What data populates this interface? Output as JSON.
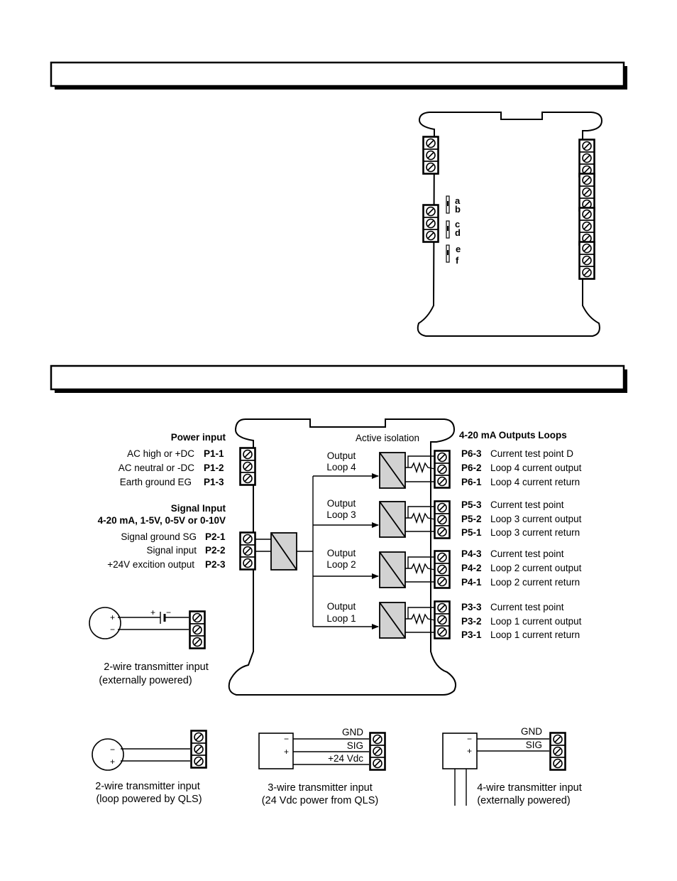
{
  "section1": {
    "header": ""
  },
  "section2": {
    "header": ""
  },
  "switches": [
    "a",
    "b",
    "c",
    "d",
    "e",
    "f"
  ],
  "power": {
    "title": "Power input",
    "rows": [
      {
        "label": "AC high or +DC",
        "pin": "P1-1"
      },
      {
        "label": "AC neutral or -DC",
        "pin": "P1-2"
      },
      {
        "label": "Earth ground EG",
        "pin": "P1-3"
      }
    ]
  },
  "signal": {
    "title": "Signal Input",
    "subtitle": "4-20 mA, 1-5V, 0-5V or 0-10V",
    "rows": [
      {
        "label": "Signal ground SG",
        "pin": "P2-1"
      },
      {
        "label": "Signal input",
        "pin": "P2-2"
      },
      {
        "label": "+24V excition output",
        "pin": "P2-3"
      }
    ]
  },
  "isolation_label": "Active isolation",
  "outputs_title": "4-20 mA Outputs Loops",
  "loops": [
    {
      "name1": "Output",
      "name2": "Loop 4",
      "rows": [
        {
          "pin": "P6-3",
          "label": "Current test point D"
        },
        {
          "pin": "P6-2",
          "label": "Loop 4 current output"
        },
        {
          "pin": "P6-1",
          "label": "Loop 4 current return"
        }
      ]
    },
    {
      "name1": "Output",
      "name2": "Loop 3",
      "rows": [
        {
          "pin": "P5-3",
          "label": "Current test point"
        },
        {
          "pin": "P5-2",
          "label": "Loop 3 current output"
        },
        {
          "pin": "P5-1",
          "label": "Loop 3 current return"
        }
      ]
    },
    {
      "name1": "Output",
      "name2": "Loop 2",
      "rows": [
        {
          "pin": "P4-3",
          "label": "Current test point"
        },
        {
          "pin": "P4-2",
          "label": "Loop 2 current output"
        },
        {
          "pin": "P4-1",
          "label": "Loop 2 current return"
        }
      ]
    },
    {
      "name1": "Output",
      "name2": "Loop 1",
      "rows": [
        {
          "pin": "P3-3",
          "label": "Current test point"
        },
        {
          "pin": "P3-2",
          "label": "Loop 1 current output"
        },
        {
          "pin": "P3-1",
          "label": "Loop 1 current return"
        }
      ]
    }
  ],
  "examples": {
    "ext2wire": {
      "line1": "2-wire transmitter input",
      "line2": "(externally powered)",
      "plus": "+",
      "minus": "−"
    },
    "loop2wire": {
      "line1": "2-wire transmitter input",
      "line2": "(loop powered by QLS)",
      "minus": "−",
      "plus": "+"
    },
    "wire3": {
      "line1": "3-wire transmitter input",
      "line2": "(24 Vdc power from QLS)",
      "gnd": "GND",
      "sig": "SIG",
      "v24": "+24 Vdc",
      "minus": "−",
      "plus": "+"
    },
    "wire4": {
      "line1": "4-wire transmitter input",
      "line2": "(externally powered)",
      "gnd": "GND",
      "sig": "SIG",
      "minus": "−",
      "plus": "+"
    }
  }
}
